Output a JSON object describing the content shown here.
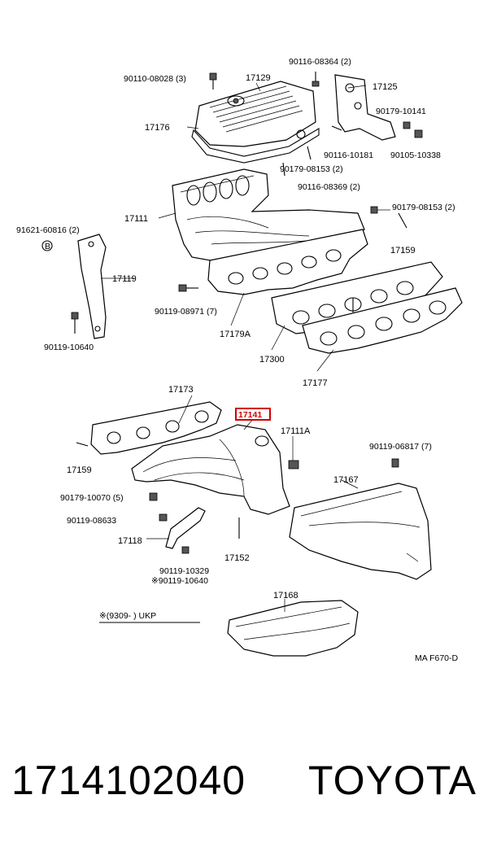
{
  "diagram": {
    "labels": {
      "p90116_08364": "90116-08364 (2)",
      "p90110_08028": "90110-08028 (3)",
      "p17129": "17129",
      "p17125": "17125",
      "p90179_10141": "90179-10141",
      "p17176": "17176",
      "p90116_10181": "90116-10181",
      "p90105_10338": "90105-10338",
      "p90179_08153_a": "90179-08153 (2)",
      "p90116_08369": "90116-08369 (2)",
      "p90179_08153_b": "90179-08153 (2)",
      "p17111": "17111",
      "p91621_60816": "91621-60816 (2)",
      "p17159_a": "17159",
      "p17119": "17119",
      "p90119_08971": "90119-08971 (7)",
      "p90119_10640_a": "90119-10640",
      "p17179a": "17179A",
      "p17300": "17300",
      "p17177": "17177",
      "p17173": "17173",
      "p17141": "17141",
      "p17111a": "17111A",
      "p90119_06817": "90119-06817 (7)",
      "p17159_b": "17159",
      "p17167": "17167",
      "p90179_10070": "90179-10070 (5)",
      "p90119_08633": "90119-08633",
      "p17118": "17118",
      "p17152": "17152",
      "p90119_10329": "90119-10329",
      "p90119_10640_b": "※90119-10640",
      "p17168": "17168",
      "footnote": "※(9309-      ) UKP",
      "ref_code": "MA F670-D",
      "circle_b": "B"
    },
    "highlight_color": "#d00000"
  },
  "footer": {
    "part_number": "1714102040",
    "brand": "TOYOTA"
  }
}
